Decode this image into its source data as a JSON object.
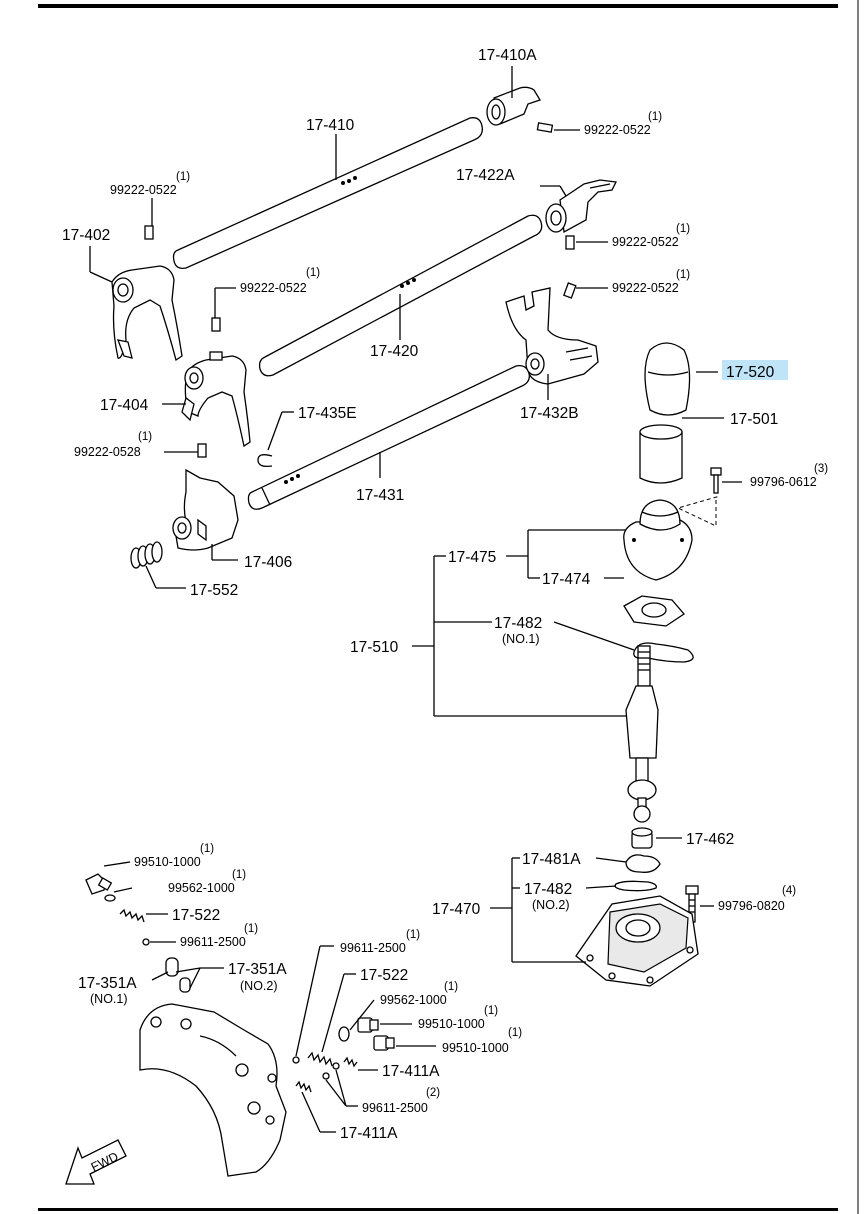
{
  "labels": {
    "p17_410A": "17-410A",
    "p17_410": "17-410",
    "p17_422A": "17-422A",
    "p17_402": "17-402",
    "p17_404": "17-404",
    "p17_420": "17-420",
    "p17_432B": "17-432B",
    "p17_435E": "17-435E",
    "p17_520": "17-520",
    "p17_501": "17-501",
    "p17_431": "17-431",
    "p17_406": "17-406",
    "p17_552": "17-552",
    "p17_475": "17-475",
    "p17_474": "17-474",
    "p17_482_top": "17-482",
    "no1_482": "(NO.1)",
    "p17_510": "17-510",
    "p17_462": "17-462",
    "p17_481A": "17-481A",
    "p17_482_bot": "17-482",
    "no2_482": "(NO.2)",
    "p17_470": "17-470",
    "p17_522_left": "17-522",
    "p17_351A_left": "17-351A",
    "no1_351A": "(NO.1)",
    "p17_351A_right": "17-351A",
    "no2_351A": "(NO.2)",
    "p17_522_right": "17-522",
    "p17_411A_upper": "17-411A",
    "p17_411A_lower": "17-411A",
    "fwd": "FWD"
  },
  "bolts": {
    "b1": {
      "code": "99222-0522",
      "qty": "(1)"
    },
    "b2": {
      "code": "99222-0522",
      "qty": "(1)"
    },
    "b3": {
      "code": "99222-0522",
      "qty": "(1)"
    },
    "b4": {
      "code": "99222-0522",
      "qty": "(1)"
    },
    "b5": {
      "code": "99222-0522",
      "qty": "(1)"
    },
    "b6": {
      "code": "99222-0528",
      "qty": "(1)"
    },
    "b7": {
      "code": "99796-0612",
      "qty": "(3)"
    },
    "b8": {
      "code": "99796-0820",
      "qty": "(4)"
    },
    "b9": {
      "code": "99510-1000",
      "qty": "(1)"
    },
    "b10": {
      "code": "99562-1000",
      "qty": "(1)"
    },
    "b11": {
      "code": "99611-2500",
      "qty": "(1)"
    },
    "b12": {
      "code": "99611-2500",
      "qty": "(1)"
    },
    "b13": {
      "code": "99562-1000",
      "qty": "(1)"
    },
    "b14": {
      "code": "99510-1000",
      "qty": "(1)"
    },
    "b15": {
      "code": "99510-1000",
      "qty": "(1)"
    },
    "b16": {
      "code": "99611-2500",
      "qty": "(2)"
    }
  },
  "highlight_color": "#bfe3f7"
}
